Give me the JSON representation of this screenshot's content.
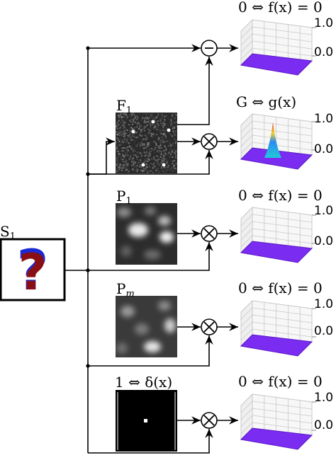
{
  "source": {
    "label_main": "S",
    "label_sub": "1",
    "icon": "question-mark-icon"
  },
  "rows": [
    {
      "id": "direct",
      "op": "minus",
      "image": null,
      "image_label": null,
      "output_label": "0 ⇔ f(x) = 0",
      "zmax": "1.0",
      "zmin": "0.0",
      "peak": false
    },
    {
      "id": "f1",
      "op": "times",
      "image": "noise",
      "image_label": {
        "main": "F",
        "sub": "1"
      },
      "output_label": "G ⇔ g(x)",
      "zmax": "1.0",
      "zmin": "0.0",
      "peak": true
    },
    {
      "id": "p1",
      "op": "times",
      "image": "blur1",
      "image_label": {
        "main": "P",
        "sub": "1"
      },
      "output_label": "0 ⇔ f(x) = 0",
      "zmax": "1.0",
      "zmin": "0.0",
      "peak": false
    },
    {
      "id": "pm",
      "op": "times",
      "image": "blur2",
      "image_label": {
        "main": "P",
        "sub": "m"
      },
      "output_label": "0 ⇔ f(x) = 0",
      "zmax": "1.0",
      "zmin": "0.0",
      "peak": false
    },
    {
      "id": "delta",
      "op": "times",
      "image": "delta",
      "image_label_full": "1 ⇔ δ(x)",
      "output_label": "0 ⇔ f(x) = 0",
      "zmax": "1.0",
      "zmin": "0.0",
      "peak": false
    }
  ],
  "colors": {
    "surface": "#7a2cf0",
    "surface_dark": "#5a19c8",
    "peak_red": "#e8261c",
    "peak_yellow": "#f2d12a",
    "peak_cyan": "#22c9d9",
    "grid": "#c8c8c8"
  }
}
